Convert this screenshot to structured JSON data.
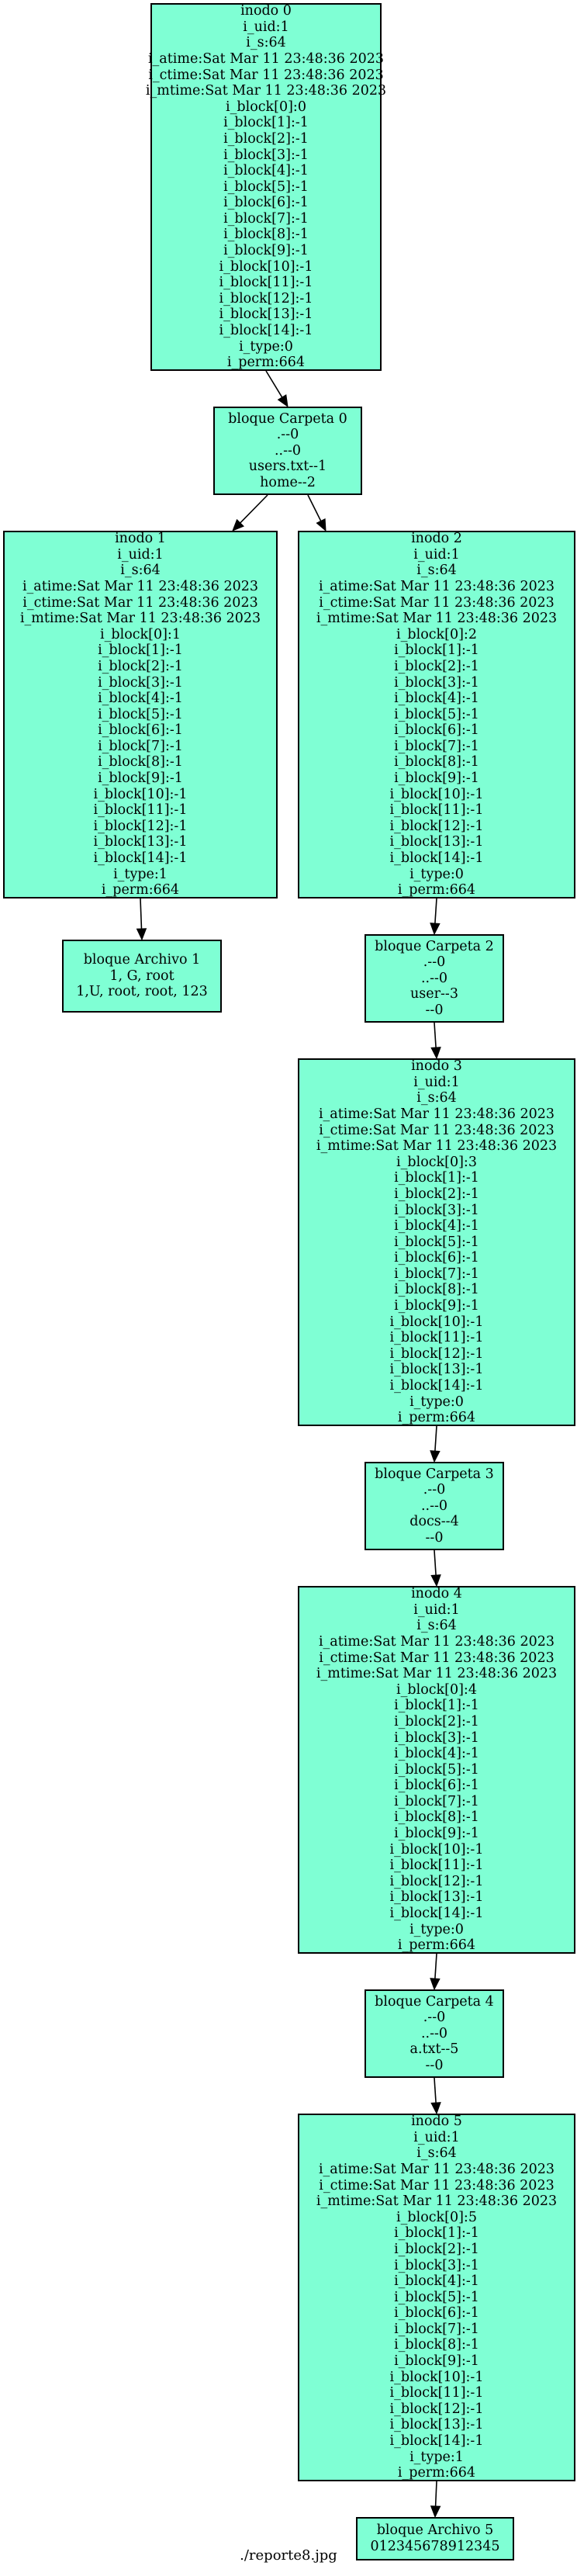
{
  "colors": {
    "node_fill": "#7fffd4",
    "node_border": "#000000",
    "edge": "#000000"
  },
  "nodes": [
    {
      "id": "inodo-0",
      "lines": [
        "inodo 0",
        "i_uid:1",
        "i_s:64",
        "i_atime:Sat Mar 11 23:48:36 2023",
        "i_ctime:Sat Mar 11 23:48:36 2023",
        "i_mtime:Sat Mar 11 23:48:36 2023",
        "i_block[0]:0",
        "i_block[1]:-1",
        "i_block[2]:-1",
        "i_block[3]:-1",
        "i_block[4]:-1",
        "i_block[5]:-1",
        "i_block[6]:-1",
        "i_block[7]:-1",
        "i_block[8]:-1",
        "i_block[9]:-1",
        "i_block[10]:-1",
        "i_block[11]:-1",
        "i_block[12]:-1",
        "i_block[13]:-1",
        "i_block[14]:-1",
        "i_type:0",
        "i_perm:664"
      ]
    },
    {
      "id": "bloque-carpeta-0",
      "lines": [
        "bloque Carpeta 0",
        ".--0",
        "..--0",
        "users.txt--1",
        "home--2"
      ]
    },
    {
      "id": "inodo-1",
      "lines": [
        "inodo 1",
        "i_uid:1",
        "i_s:64",
        "i_atime:Sat Mar 11 23:48:36 2023",
        "i_ctime:Sat Mar 11 23:48:36 2023",
        "i_mtime:Sat Mar 11 23:48:36 2023",
        "i_block[0]:1",
        "i_block[1]:-1",
        "i_block[2]:-1",
        "i_block[3]:-1",
        "i_block[4]:-1",
        "i_block[5]:-1",
        "i_block[6]:-1",
        "i_block[7]:-1",
        "i_block[8]:-1",
        "i_block[9]:-1",
        "i_block[10]:-1",
        "i_block[11]:-1",
        "i_block[12]:-1",
        "i_block[13]:-1",
        "i_block[14]:-1",
        "i_type:1",
        "i_perm:664"
      ]
    },
    {
      "id": "inodo-2",
      "lines": [
        "inodo 2",
        "i_uid:1",
        "i_s:64",
        "i_atime:Sat Mar 11 23:48:36 2023",
        "i_ctime:Sat Mar 11 23:48:36 2023",
        "i_mtime:Sat Mar 11 23:48:36 2023",
        "i_block[0]:2",
        "i_block[1]:-1",
        "i_block[2]:-1",
        "i_block[3]:-1",
        "i_block[4]:-1",
        "i_block[5]:-1",
        "i_block[6]:-1",
        "i_block[7]:-1",
        "i_block[8]:-1",
        "i_block[9]:-1",
        "i_block[10]:-1",
        "i_block[11]:-1",
        "i_block[12]:-1",
        "i_block[13]:-1",
        "i_block[14]:-1",
        "i_type:0",
        "i_perm:664"
      ]
    },
    {
      "id": "bloque-archivo-1",
      "lines": [
        "bloque Archivo 1",
        "1, G, root",
        "1,U, root, root, 123"
      ]
    },
    {
      "id": "bloque-carpeta-2",
      "lines": [
        "bloque Carpeta 2",
        ".--0",
        "..--0",
        "user--3",
        "--0"
      ]
    },
    {
      "id": "inodo-3",
      "lines": [
        "inodo 3",
        "i_uid:1",
        "i_s:64",
        "i_atime:Sat Mar 11 23:48:36 2023",
        "i_ctime:Sat Mar 11 23:48:36 2023",
        "i_mtime:Sat Mar 11 23:48:36 2023",
        "i_block[0]:3",
        "i_block[1]:-1",
        "i_block[2]:-1",
        "i_block[3]:-1",
        "i_block[4]:-1",
        "i_block[5]:-1",
        "i_block[6]:-1",
        "i_block[7]:-1",
        "i_block[8]:-1",
        "i_block[9]:-1",
        "i_block[10]:-1",
        "i_block[11]:-1",
        "i_block[12]:-1",
        "i_block[13]:-1",
        "i_block[14]:-1",
        "i_type:0",
        "i_perm:664"
      ]
    },
    {
      "id": "bloque-carpeta-3",
      "lines": [
        "bloque Carpeta 3",
        ".--0",
        "..--0",
        "docs--4",
        "--0"
      ]
    },
    {
      "id": "inodo-4",
      "lines": [
        "inodo 4",
        "i_uid:1",
        "i_s:64",
        "i_atime:Sat Mar 11 23:48:36 2023",
        "i_ctime:Sat Mar 11 23:48:36 2023",
        "i_mtime:Sat Mar 11 23:48:36 2023",
        "i_block[0]:4",
        "i_block[1]:-1",
        "i_block[2]:-1",
        "i_block[3]:-1",
        "i_block[4]:-1",
        "i_block[5]:-1",
        "i_block[6]:-1",
        "i_block[7]:-1",
        "i_block[8]:-1",
        "i_block[9]:-1",
        "i_block[10]:-1",
        "i_block[11]:-1",
        "i_block[12]:-1",
        "i_block[13]:-1",
        "i_block[14]:-1",
        "i_type:0",
        "i_perm:664"
      ]
    },
    {
      "id": "bloque-carpeta-4",
      "lines": [
        "bloque Carpeta 4",
        ".--0",
        "..--0",
        "a.txt--5",
        "--0"
      ]
    },
    {
      "id": "inodo-5",
      "lines": [
        "inodo 5",
        "i_uid:1",
        "i_s:64",
        "i_atime:Sat Mar 11 23:48:36 2023",
        "i_ctime:Sat Mar 11 23:48:36 2023",
        "i_mtime:Sat Mar 11 23:48:36 2023",
        "i_block[0]:5",
        "i_block[1]:-1",
        "i_block[2]:-1",
        "i_block[3]:-1",
        "i_block[4]:-1",
        "i_block[5]:-1",
        "i_block[6]:-1",
        "i_block[7]:-1",
        "i_block[8]:-1",
        "i_block[9]:-1",
        "i_block[10]:-1",
        "i_block[11]:-1",
        "i_block[12]:-1",
        "i_block[13]:-1",
        "i_block[14]:-1",
        "i_type:1",
        "i_perm:664"
      ]
    },
    {
      "id": "bloque-archivo-5",
      "lines": [
        "bloque Archivo 5",
        "012345678912345"
      ]
    }
  ],
  "edges": [
    {
      "from": "inodo-0",
      "to": "bloque-carpeta-0"
    },
    {
      "from": "bloque-carpeta-0",
      "to": "inodo-1"
    },
    {
      "from": "bloque-carpeta-0",
      "to": "inodo-2"
    },
    {
      "from": "inodo-1",
      "to": "bloque-archivo-1"
    },
    {
      "from": "inodo-2",
      "to": "bloque-carpeta-2"
    },
    {
      "from": "bloque-carpeta-2",
      "to": "inodo-3"
    },
    {
      "from": "inodo-3",
      "to": "bloque-carpeta-3"
    },
    {
      "from": "bloque-carpeta-3",
      "to": "inodo-4"
    },
    {
      "from": "inodo-4",
      "to": "bloque-carpeta-4"
    },
    {
      "from": "bloque-carpeta-4",
      "to": "inodo-5"
    },
    {
      "from": "inodo-5",
      "to": "bloque-archivo-5"
    }
  ],
  "caption": "./reporte8.jpg"
}
